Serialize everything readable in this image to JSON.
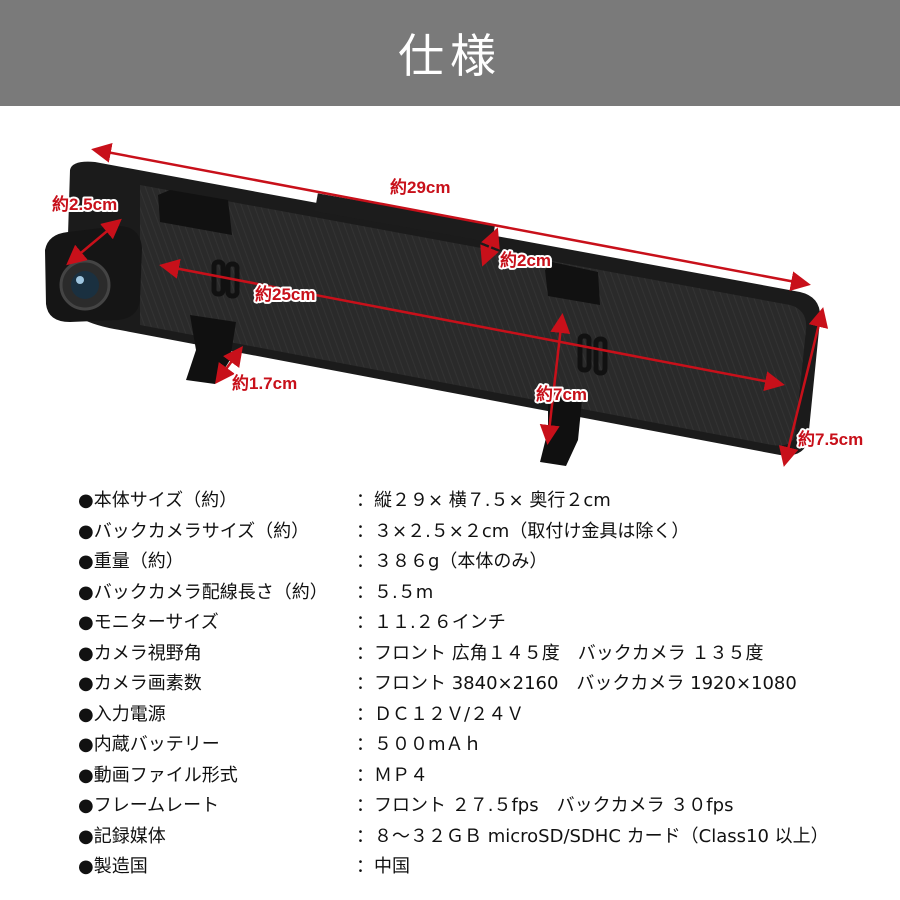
{
  "header": {
    "title": "仕様"
  },
  "dimensions": {
    "length": "約29cm",
    "screen_width": "約25cm",
    "height": "約7.5cm",
    "depth": "約2cm",
    "camera_size": "約2.5cm",
    "bracket_height": "約1.7cm",
    "inner_height": "約7cm"
  },
  "colors": {
    "banner": "#7a7a7a",
    "dimension": "#c8101a",
    "body": "#222222"
  },
  "specs": [
    {
      "label": "●本体サイズ（約）",
      "value": "：縦２９× 横７.５× 奥行２cm"
    },
    {
      "label": "●バックカメラサイズ（約）",
      "value": "：３×２.５×２cm（取付け金具は除く）"
    },
    {
      "label": "●重量（約）",
      "value": "：３８６g（本体のみ）"
    },
    {
      "label": "●バックカメラ配線長さ（約）",
      "value": "：５.５m"
    },
    {
      "label": "●モニターサイズ",
      "value": "：１１.２６インチ"
    },
    {
      "label": "●カメラ視野角",
      "value": "：フロント 広角１４５度　バックカメラ １３５度"
    },
    {
      "label": "●カメラ画素数",
      "value": "：フロント 3840×2160　バックカメラ 1920×1080"
    },
    {
      "label": "●入力電源",
      "value": "：ＤＣ１２Ｖ/２４Ｖ"
    },
    {
      "label": "●内蔵バッテリー",
      "value": "：５００mＡｈ"
    },
    {
      "label": "●動画ファイル形式",
      "value": "：ＭＰ４"
    },
    {
      "label": "●フレームレート",
      "value": "：フロント ２７.５fps　バックカメラ ３０fps"
    },
    {
      "label": "●記録媒体",
      "value": "：８～３２ＧＢ microSD/SDHC カード（Class10 以上）"
    },
    {
      "label": "●製造国",
      "value": "：中国"
    }
  ]
}
